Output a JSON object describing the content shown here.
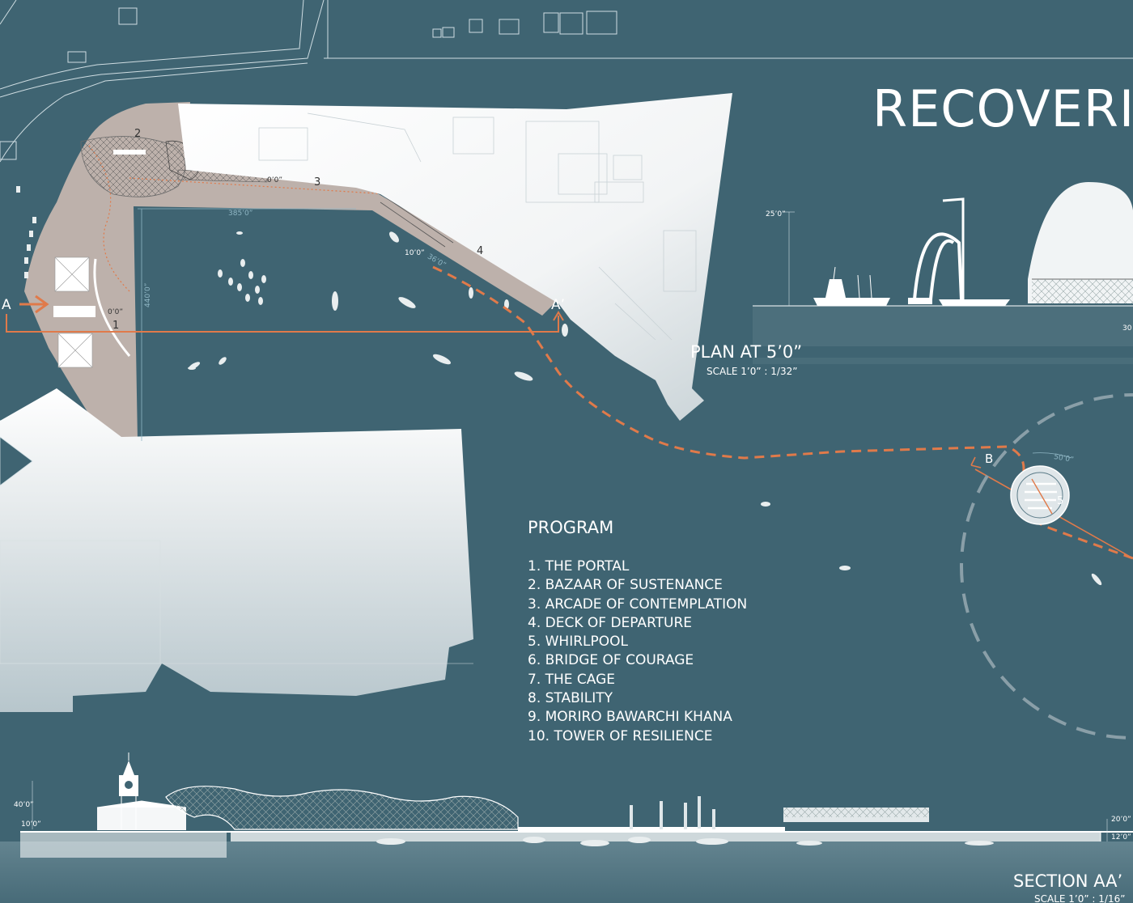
{
  "title": "RECOVERIN",
  "plan": {
    "label": "PLAN AT 5’0”",
    "scale": "SCALE 1’0” : 1/32”"
  },
  "program": {
    "heading": "PROGRAM",
    "items": [
      "1. THE PORTAL",
      "2. BAZAAR OF SUSTENANCE",
      "3. ARCADE OF CONTEMPLATION",
      "4. DECK OF DEPARTURE",
      "5. WHIRLPOOL",
      "6. BRIDGE OF COURAGE",
      "7. THE CAGE",
      "8. STABILITY",
      "9. MORIRO BAWARCHI KHANA",
      "10. TOWER OF RESILIENCE"
    ]
  },
  "section": {
    "label": "SECTION AA’",
    "scale": "SCALE 1’0” : 1/16”"
  },
  "section_levels": {
    "left_top": "40’0”",
    "left_bottom": "10’0”",
    "right_top": "20’0”",
    "right_bottom": "12’0”"
  },
  "elevation_levels": {
    "left": "25’0”",
    "right_partial": "30"
  },
  "dimensions": {
    "width_385": "385’0”",
    "height_440": "440’0”",
    "dim_36": "36’0”",
    "dim_50": "50’0”",
    "level_10": "10’0”",
    "level_0_a": "0’0”",
    "level_0_b": "0’0”"
  },
  "zones": {
    "z1": "1",
    "z2": "2",
    "z3": "3",
    "z4": "4",
    "z5": "5"
  },
  "section_cuts": {
    "a": "A",
    "a_prime": "A’",
    "b": "B"
  },
  "colors": {
    "water": "#3f6472",
    "land": "#ffffff",
    "promenade": "#bdb1ab",
    "accent_orange": "#e07a4a",
    "dashed_circle": "#8a9fa8"
  }
}
